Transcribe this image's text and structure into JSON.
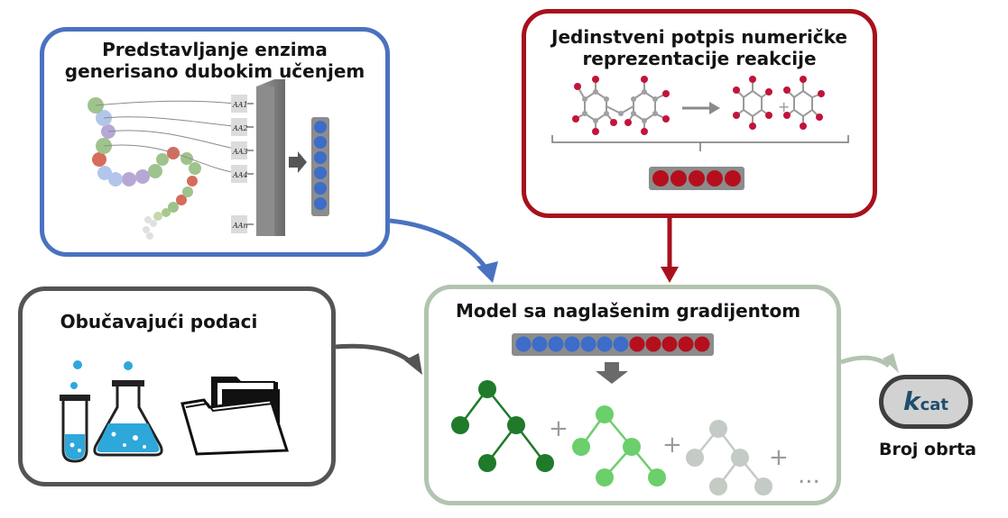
{
  "panels": {
    "enzyme": {
      "title": "Predstavljanje enzima\ngenerisano dubokim učenjem",
      "aa_labels": [
        "AA1",
        "AA2",
        "AA3",
        "AA4",
        "AAn"
      ]
    },
    "reaction": {
      "title": "Jedinstveni potpis numeričke\nreprezentacije reakcije"
    },
    "training": {
      "title": "Obučavajući podaci"
    },
    "model": {
      "title": "Model sa naglašenim gradijentom"
    }
  },
  "output": {
    "symbol": "k",
    "subscript": "cat",
    "label": "Broj obrta"
  },
  "ensemble_symbols": {
    "plus": "+",
    "ellipsis": "..."
  },
  "colors": {
    "enzyme_border": "#4a72c0",
    "reaction_border": "#a8101c",
    "training_border": "#545454",
    "model_border": "#b2c4b0",
    "blue_node": "#3d6cc9",
    "red_node": "#b50f1d",
    "tree_dark": "#1f7a2a",
    "tree_mid": "#6bcf6b",
    "tree_light": "#c4cac4",
    "liquid": "#2ea7db"
  },
  "icons": [
    "protein-chain-icon",
    "molecule-icon",
    "test-tube-icon",
    "flask-icon",
    "folder-icon",
    "decision-tree-icon"
  ]
}
